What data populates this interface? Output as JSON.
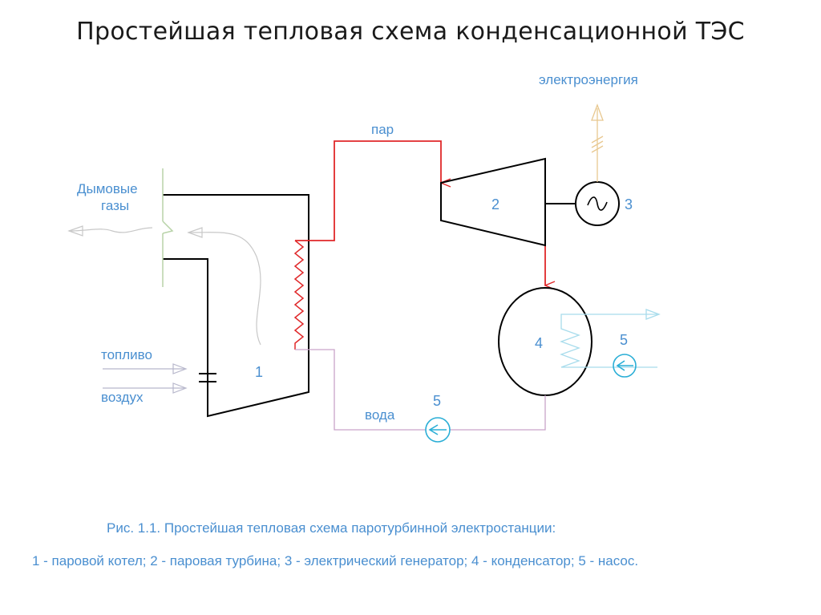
{
  "title": "Простейшая тепловая схема конденсационной ТЭС",
  "labels": {
    "electricity": "электроэнергия",
    "steam": "пар",
    "flue_gases_line1": "Дымовые",
    "flue_gases_line2": "газы",
    "fuel": "топливо",
    "air": "воздух",
    "water": "вода"
  },
  "components": {
    "boiler": "1",
    "turbine": "2",
    "generator": "3",
    "condenser": "4",
    "pump_feed": "5",
    "pump_cooling": "5"
  },
  "caption": {
    "line1": "Рис. 1.1. Простейшая тепловая схема паротурбинной электростанции:",
    "line2": "1 - паровой котел;  2 - паровая турбина; 3 - электрический генератор;  4 - конденсатор;  5 - насос."
  },
  "colors": {
    "steam_line": "#e0282a",
    "water_line": "#c9a3c9",
    "cooling_water": "#a8dcec",
    "pump": "#2aaed6",
    "flue_gas": "#b8d3a8",
    "electricity": "#e8c890",
    "label_text": "#4a8fd0",
    "outline": "#000000"
  }
}
